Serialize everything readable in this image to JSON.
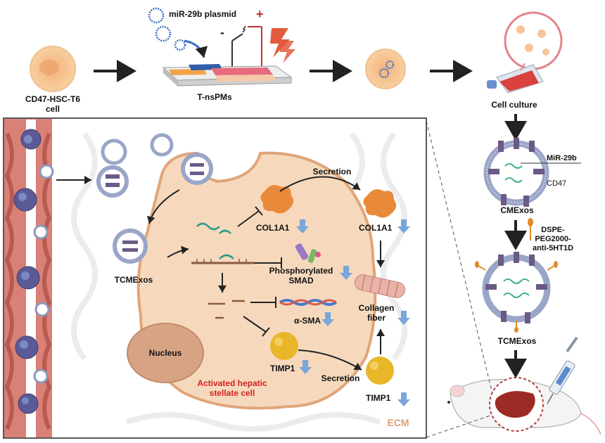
{
  "top": {
    "cell_label_line1": "CD47-HSC-T6",
    "cell_label_line2": "cell",
    "plasmid_label": "miR-29b plasmid",
    "plus_sign": "+",
    "minus_sign": "-",
    "device_label": "T-nsPMs",
    "culture_label": "Cell culture"
  },
  "right": {
    "mir_label": "MiR-29b",
    "cd47_label": "CD47",
    "cmexos_label": "CMExos",
    "peg_line1": "DSPE-",
    "peg_line2": "PEG2000-",
    "peg_line3": "anti-5HT1D",
    "tcmexos_label": "TCMExos"
  },
  "panel": {
    "secretion_top": "Secretion",
    "col1a1_in": "COL1A1",
    "col1a1_out": "COL1A1",
    "tcmexos": "TCMExos",
    "smad_line1": "Phosphorylated",
    "smad_line2": "SMAD",
    "collagen_line1": "Collagen",
    "collagen_line2": "fiber",
    "asma": "α-SMA",
    "nucleus": "Nucleus",
    "timp1_in": "TIMP1",
    "timp1_out": "TIMP1",
    "secretion_bottom": "Secretion",
    "hsc_line1": "Activated hepatic",
    "hsc_line2": "stellate cell",
    "ecm": "ECM"
  },
  "colors": {
    "arrow_down": "#7aa6db",
    "cell_fill": "#f6d9bd",
    "cell_stroke": "#e0a57a",
    "red_text": "#d42020",
    "ecm_text": "#d9a07a",
    "vessel": "#c9706a",
    "protein": "#e88a3a",
    "timp": "#e9b62a"
  }
}
